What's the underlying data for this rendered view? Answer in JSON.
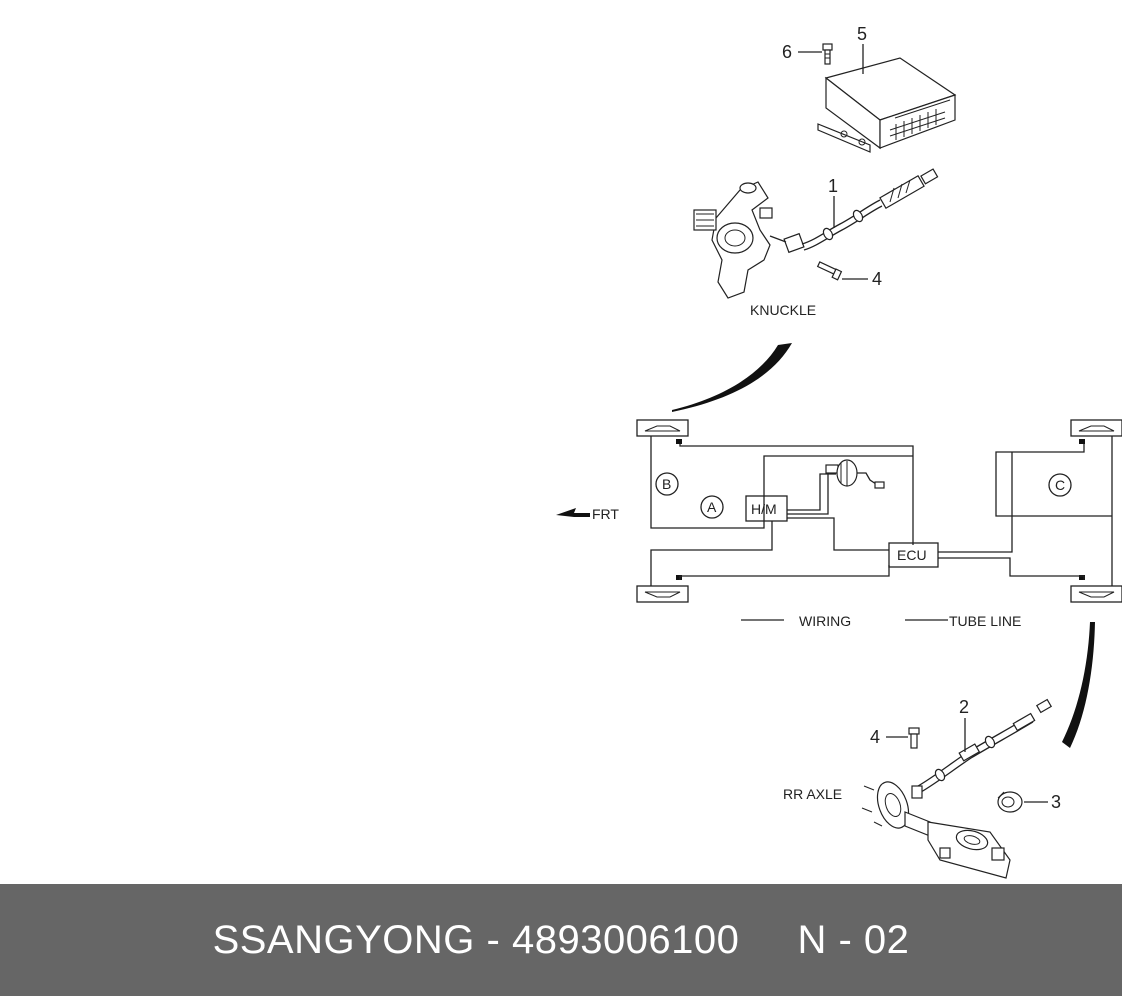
{
  "callouts": {
    "n1": "1",
    "n2": "2",
    "n3": "3",
    "n4a": "4",
    "n4b": "4",
    "n5": "5",
    "n6": "6"
  },
  "labels": {
    "knuckle": "KNUCKLE",
    "frt": "FRT",
    "wiring": "WIRING",
    "tube_line": "TUBE LINE",
    "rr_axle": "RR AXLE"
  },
  "boxes": {
    "hm": "H/M",
    "ecu": "ECU"
  },
  "circles": {
    "a": "A",
    "b": "B",
    "c": "C"
  },
  "footer": {
    "brand": "SSANGYONG",
    "separator": " - ",
    "part_number": "4893006100",
    "gap": "     ",
    "page_code": "N - 02"
  },
  "colors": {
    "footer_bg": "#666666",
    "footer_text": "#ffffff",
    "line": "#222222"
  }
}
